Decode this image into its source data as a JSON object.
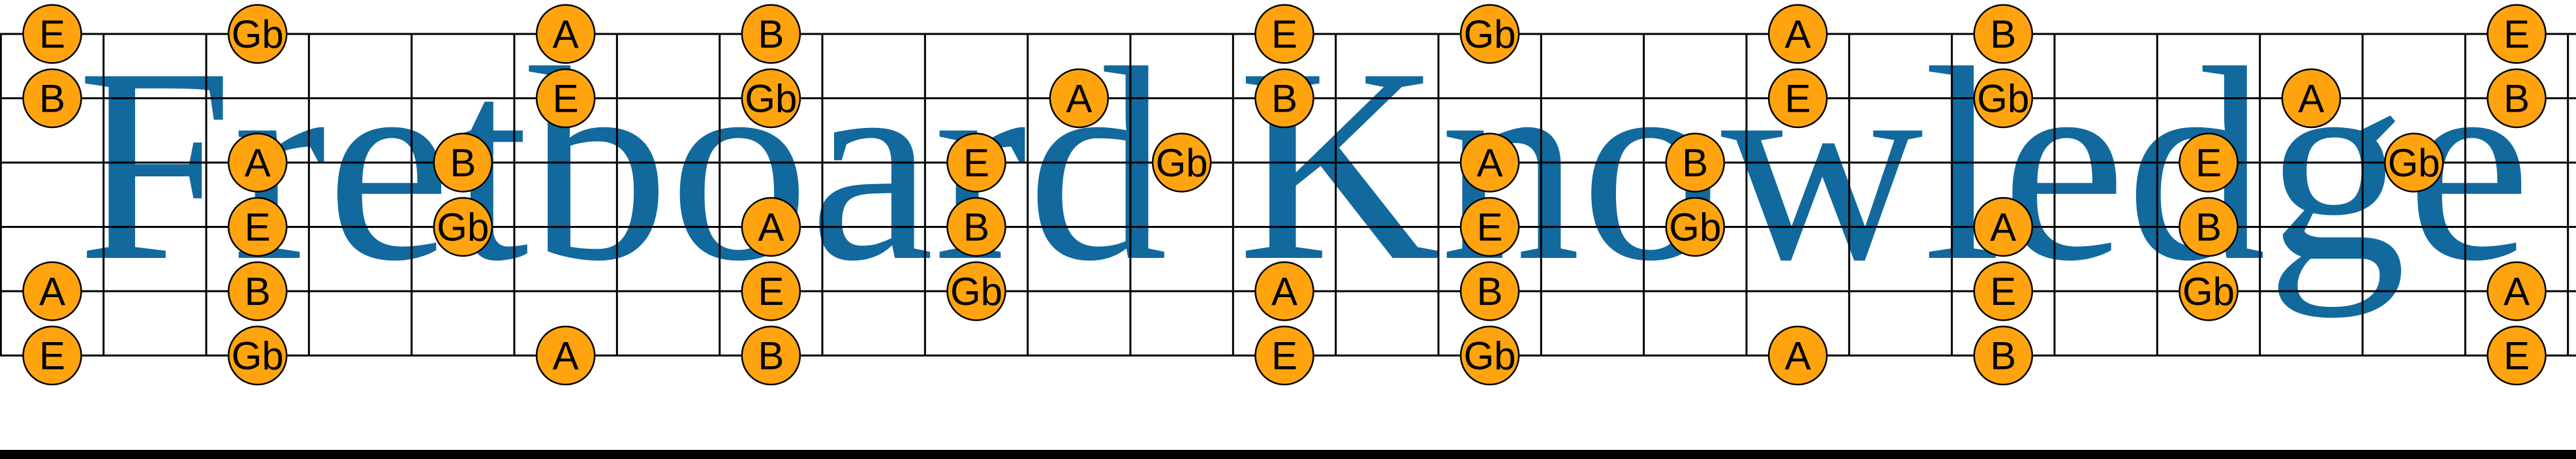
{
  "watermark": {
    "text": "Fretboard Knowledge",
    "color": "#11699e"
  },
  "colors": {
    "background": "#ffffff",
    "grid": "#000000",
    "note_fill": "#ffa40e",
    "note_stroke": "#000000",
    "note_text": "#000000",
    "bottom_bar": "#000000"
  },
  "chart_data": {
    "type": "fretboard-diagram",
    "strings": 6,
    "frets_shown": 25,
    "note_labels_used": [
      "E",
      "Gb",
      "A",
      "B"
    ],
    "fret_columns_with_notes": [
      0,
      2,
      4,
      5,
      7,
      9,
      10,
      11,
      12,
      14,
      16,
      17,
      19,
      21,
      22,
      23,
      24
    ],
    "notes": [
      {
        "fret": 0,
        "string": 1,
        "label": "E"
      },
      {
        "fret": 0,
        "string": 2,
        "label": "B"
      },
      {
        "fret": 0,
        "string": 5,
        "label": "A"
      },
      {
        "fret": 0,
        "string": 6,
        "label": "E"
      },
      {
        "fret": 2,
        "string": 1,
        "label": "Gb"
      },
      {
        "fret": 2,
        "string": 3,
        "label": "A"
      },
      {
        "fret": 2,
        "string": 4,
        "label": "E"
      },
      {
        "fret": 2,
        "string": 5,
        "label": "B"
      },
      {
        "fret": 2,
        "string": 6,
        "label": "Gb"
      },
      {
        "fret": 4,
        "string": 3,
        "label": "B"
      },
      {
        "fret": 4,
        "string": 4,
        "label": "Gb"
      },
      {
        "fret": 5,
        "string": 1,
        "label": "A"
      },
      {
        "fret": 5,
        "string": 2,
        "label": "E"
      },
      {
        "fret": 5,
        "string": 6,
        "label": "A"
      },
      {
        "fret": 7,
        "string": 1,
        "label": "B"
      },
      {
        "fret": 7,
        "string": 2,
        "label": "Gb"
      },
      {
        "fret": 7,
        "string": 4,
        "label": "A"
      },
      {
        "fret": 7,
        "string": 5,
        "label": "E"
      },
      {
        "fret": 7,
        "string": 6,
        "label": "B"
      },
      {
        "fret": 9,
        "string": 3,
        "label": "E"
      },
      {
        "fret": 9,
        "string": 4,
        "label": "B"
      },
      {
        "fret": 9,
        "string": 5,
        "label": "Gb"
      },
      {
        "fret": 10,
        "string": 2,
        "label": "A"
      },
      {
        "fret": 11,
        "string": 3,
        "label": "Gb"
      },
      {
        "fret": 12,
        "string": 1,
        "label": "E"
      },
      {
        "fret": 12,
        "string": 2,
        "label": "B"
      },
      {
        "fret": 12,
        "string": 5,
        "label": "A"
      },
      {
        "fret": 12,
        "string": 6,
        "label": "E"
      },
      {
        "fret": 14,
        "string": 1,
        "label": "Gb"
      },
      {
        "fret": 14,
        "string": 3,
        "label": "A"
      },
      {
        "fret": 14,
        "string": 4,
        "label": "E"
      },
      {
        "fret": 14,
        "string": 5,
        "label": "B"
      },
      {
        "fret": 14,
        "string": 6,
        "label": "Gb"
      },
      {
        "fret": 16,
        "string": 3,
        "label": "B"
      },
      {
        "fret": 16,
        "string": 4,
        "label": "Gb"
      },
      {
        "fret": 17,
        "string": 1,
        "label": "A"
      },
      {
        "fret": 17,
        "string": 2,
        "label": "E"
      },
      {
        "fret": 17,
        "string": 6,
        "label": "A"
      },
      {
        "fret": 19,
        "string": 1,
        "label": "B"
      },
      {
        "fret": 19,
        "string": 2,
        "label": "Gb"
      },
      {
        "fret": 19,
        "string": 4,
        "label": "A"
      },
      {
        "fret": 19,
        "string": 5,
        "label": "E"
      },
      {
        "fret": 19,
        "string": 6,
        "label": "B"
      },
      {
        "fret": 21,
        "string": 3,
        "label": "E"
      },
      {
        "fret": 21,
        "string": 4,
        "label": "B"
      },
      {
        "fret": 21,
        "string": 5,
        "label": "Gb"
      },
      {
        "fret": 22,
        "string": 2,
        "label": "A"
      },
      {
        "fret": 23,
        "string": 3,
        "label": "Gb"
      },
      {
        "fret": 24,
        "string": 1,
        "label": "E"
      },
      {
        "fret": 24,
        "string": 2,
        "label": "B"
      },
      {
        "fret": 24,
        "string": 5,
        "label": "A"
      },
      {
        "fret": 24,
        "string": 6,
        "label": "E"
      }
    ]
  }
}
